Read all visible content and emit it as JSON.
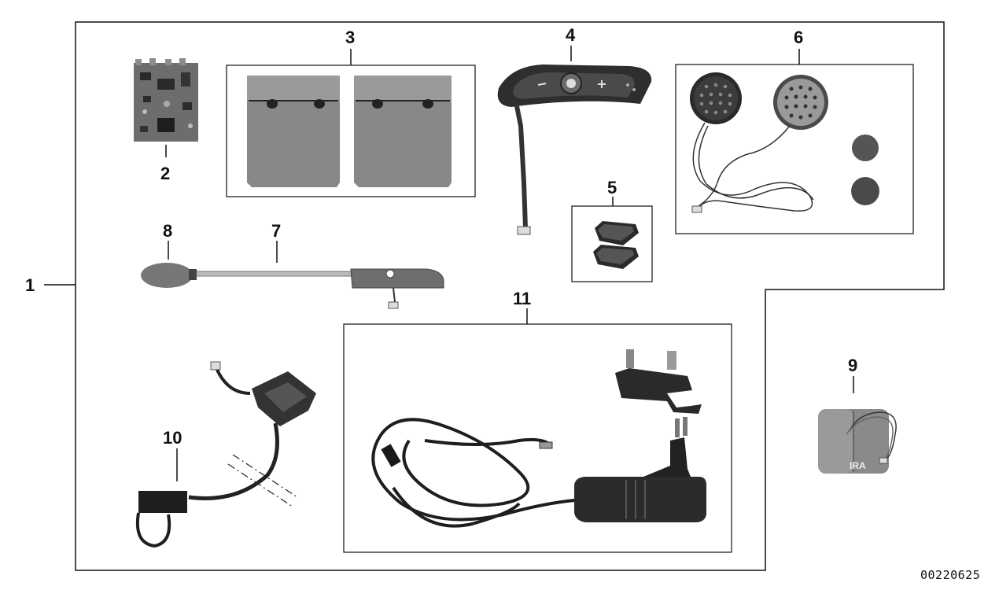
{
  "callouts": {
    "c1": "1",
    "c2": "2",
    "c3": "3",
    "c4": "4",
    "c5": "5",
    "c6": "6",
    "c7": "7",
    "c8": "8",
    "c9": "9",
    "c10": "10",
    "c11": "11"
  },
  "reference_number": "00220625",
  "battery_brand": "IRA",
  "colors": {
    "line": "#111111",
    "part_dark": "#3a3a3a",
    "part_mid": "#7a7a7a",
    "part_light": "#b5b5b5",
    "background": "#ffffff"
  }
}
